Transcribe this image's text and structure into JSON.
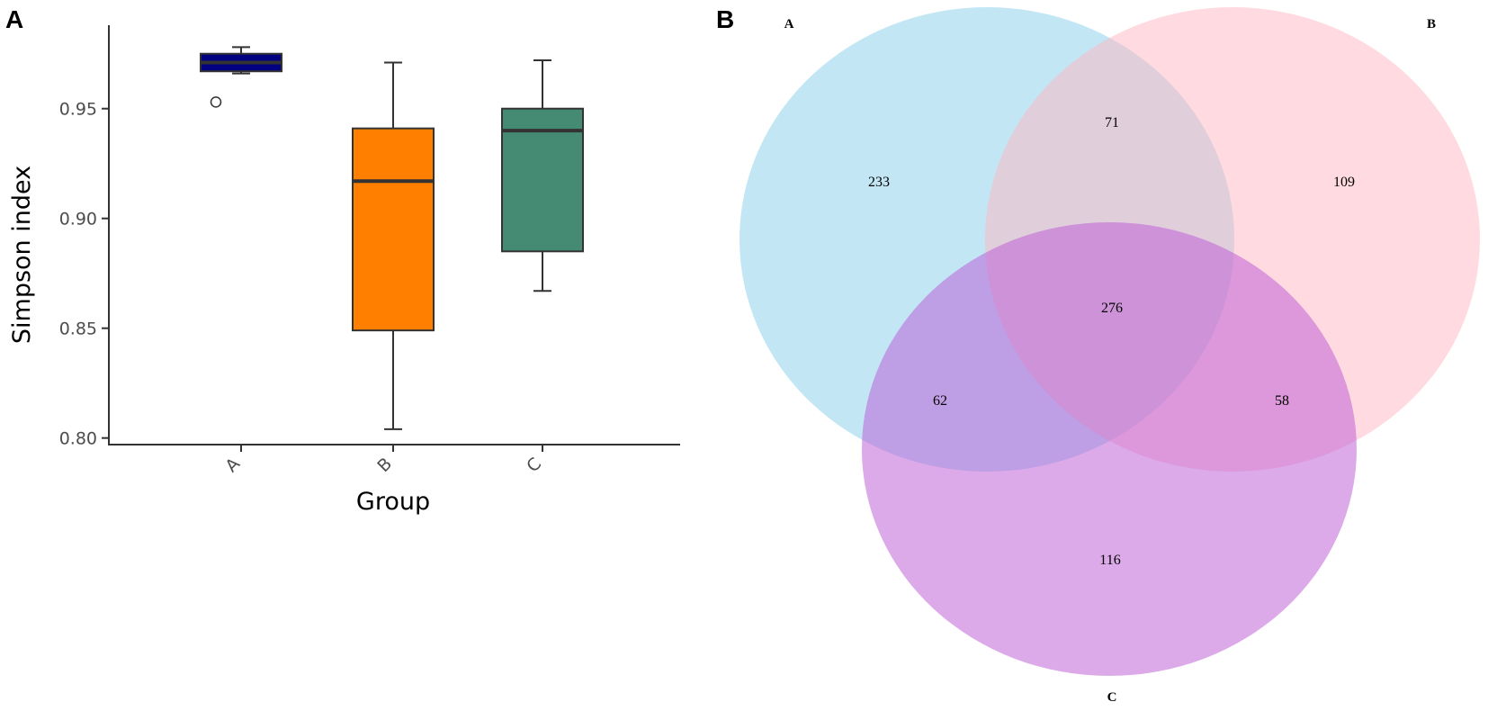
{
  "panels": {
    "a_label": "A",
    "b_label": "B"
  },
  "chart_data": [
    {
      "type": "box",
      "xlabel": "Group",
      "ylabel": "Simpson index",
      "categories": [
        "A",
        "B",
        "C"
      ],
      "ylim": [
        0.797,
        0.988
      ],
      "yticks": [
        0.8,
        0.85,
        0.9,
        0.95
      ],
      "ytick_labels": [
        "0.80",
        "0.85",
        "0.90",
        "0.95"
      ],
      "grid": false,
      "boxes": [
        {
          "group": "A",
          "min": 0.966,
          "q1": 0.967,
          "median": 0.971,
          "q3": 0.975,
          "max": 0.978,
          "outliers": [
            0.953
          ],
          "color": "#000080"
        },
        {
          "group": "B",
          "min": 0.804,
          "q1": 0.849,
          "median": 0.917,
          "q3": 0.941,
          "max": 0.971,
          "outliers": [],
          "color": "#FF7F00"
        },
        {
          "group": "C",
          "min": 0.867,
          "q1": 0.885,
          "median": 0.94,
          "q3": 0.95,
          "max": 0.972,
          "outliers": [],
          "color": "#458B74"
        }
      ]
    },
    {
      "type": "venn",
      "sets": [
        {
          "name": "A",
          "color": "#87CEEB"
        },
        {
          "name": "B",
          "color": "#FFB6C1"
        },
        {
          "name": "C",
          "color": "#BA55D3"
        }
      ],
      "regions": [
        {
          "sets": [
            "A"
          ],
          "count": 233
        },
        {
          "sets": [
            "B"
          ],
          "count": 109
        },
        {
          "sets": [
            "C"
          ],
          "count": 116
        },
        {
          "sets": [
            "A",
            "B"
          ],
          "count": 71
        },
        {
          "sets": [
            "A",
            "C"
          ],
          "count": 62
        },
        {
          "sets": [
            "B",
            "C"
          ],
          "count": 58
        },
        {
          "sets": [
            "A",
            "B",
            "C"
          ],
          "count": 276
        }
      ]
    }
  ]
}
